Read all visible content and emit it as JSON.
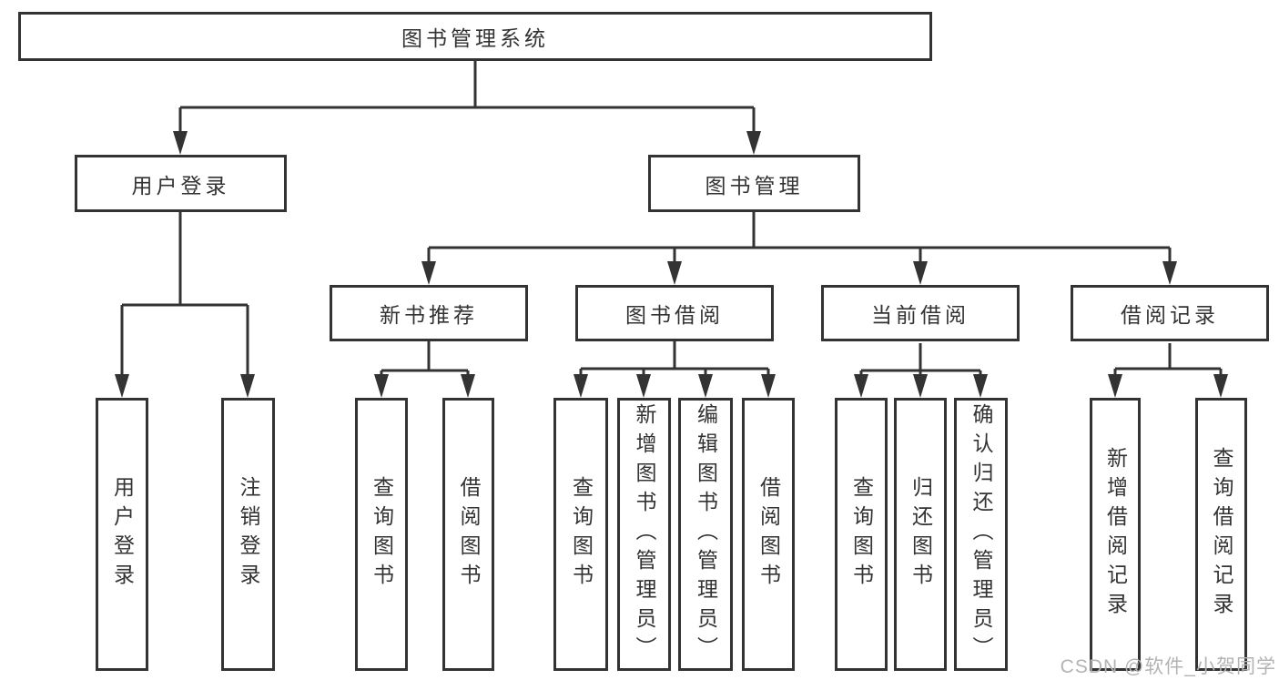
{
  "diagram": {
    "title": "图书管理系统",
    "branches": [
      {
        "id": "user-login",
        "label": "用户登录",
        "children": [
          {
            "label": "用户登录"
          },
          {
            "label": "注销登录"
          }
        ]
      },
      {
        "id": "book-management",
        "label": "图书管理",
        "sections": [
          {
            "id": "new-book-recommend",
            "label": "新书推荐",
            "children": [
              {
                "label": "查询图书"
              },
              {
                "label": "借阅图书"
              }
            ]
          },
          {
            "id": "book-borrow",
            "label": "图书借阅",
            "children": [
              {
                "label": "查询图书"
              },
              {
                "label": "新增图书（管理员）"
              },
              {
                "label": "编辑图书（管理员）"
              },
              {
                "label": "借阅图书"
              }
            ]
          },
          {
            "id": "current-borrow",
            "label": "当前借阅",
            "children": [
              {
                "label": "查询图书"
              },
              {
                "label": "归还图书"
              },
              {
                "label": "确认归还（管理员）"
              }
            ]
          },
          {
            "id": "borrow-records",
            "label": "借阅记录",
            "children": [
              {
                "label": "新增借阅记录"
              },
              {
                "label": "查询借阅记录"
              }
            ]
          }
        ]
      }
    ]
  },
  "watermark": {
    "text": "CSDN @软件_小贺同学"
  },
  "colors": {
    "line": "#333333",
    "text": "#333333",
    "box_background": "#ffffff",
    "watermark": "#b3b3b3",
    "background": "#ffffff"
  }
}
